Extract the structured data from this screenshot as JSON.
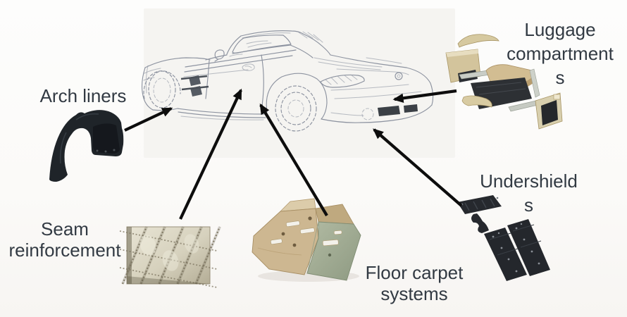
{
  "diagram": {
    "labels": {
      "arch_liners": {
        "lines": [
          "Arch liners"
        ]
      },
      "seam_reinforcement": {
        "lines": [
          "Seam",
          "reinforcement"
        ]
      },
      "floor_carpet_systems": {
        "lines": [
          "Floor carpet",
          "systems"
        ]
      },
      "undershields": {
        "lines": [
          "Undershield",
          "s"
        ]
      },
      "luggage_compartments": {
        "lines": [
          "Luggage",
          "compartment",
          "s"
        ]
      }
    },
    "illustrations": {
      "car": "pencil-sketch-sports-car-rear-three-quarter",
      "arch_liners": "black-wheel-arch-liner-part",
      "seam_reinforcement": "quilted-fabric-swatch-photo",
      "floor_carpet_systems": "molded-floor-carpet-part",
      "luggage_compartments": "beige-and-black-luggage-trim-parts-set",
      "undershields": "black-undershield-panels-set"
    },
    "connections": [
      {
        "from": "arch-liners",
        "to": "front-wheel-arch"
      },
      {
        "from": "seam-reinforcement",
        "to": "door-panel"
      },
      {
        "from": "floor-carpet-systems",
        "to": "rocker-sill-area"
      },
      {
        "from": "luggage-compartments",
        "to": "rear-end"
      },
      {
        "from": "undershields",
        "to": "rear-underbody"
      }
    ],
    "colors": {
      "background": "#fdfcfb",
      "label_text": "#323a43",
      "arrow": "#0d0d0d",
      "sketch_line": "#8d93a0",
      "part_black": "#22262b",
      "part_beige": "#d2c29a",
      "carpet_green": "#a3ae95",
      "quilt_cream": "#d9d3c0",
      "metal_strip": "#c7cbc3"
    }
  }
}
